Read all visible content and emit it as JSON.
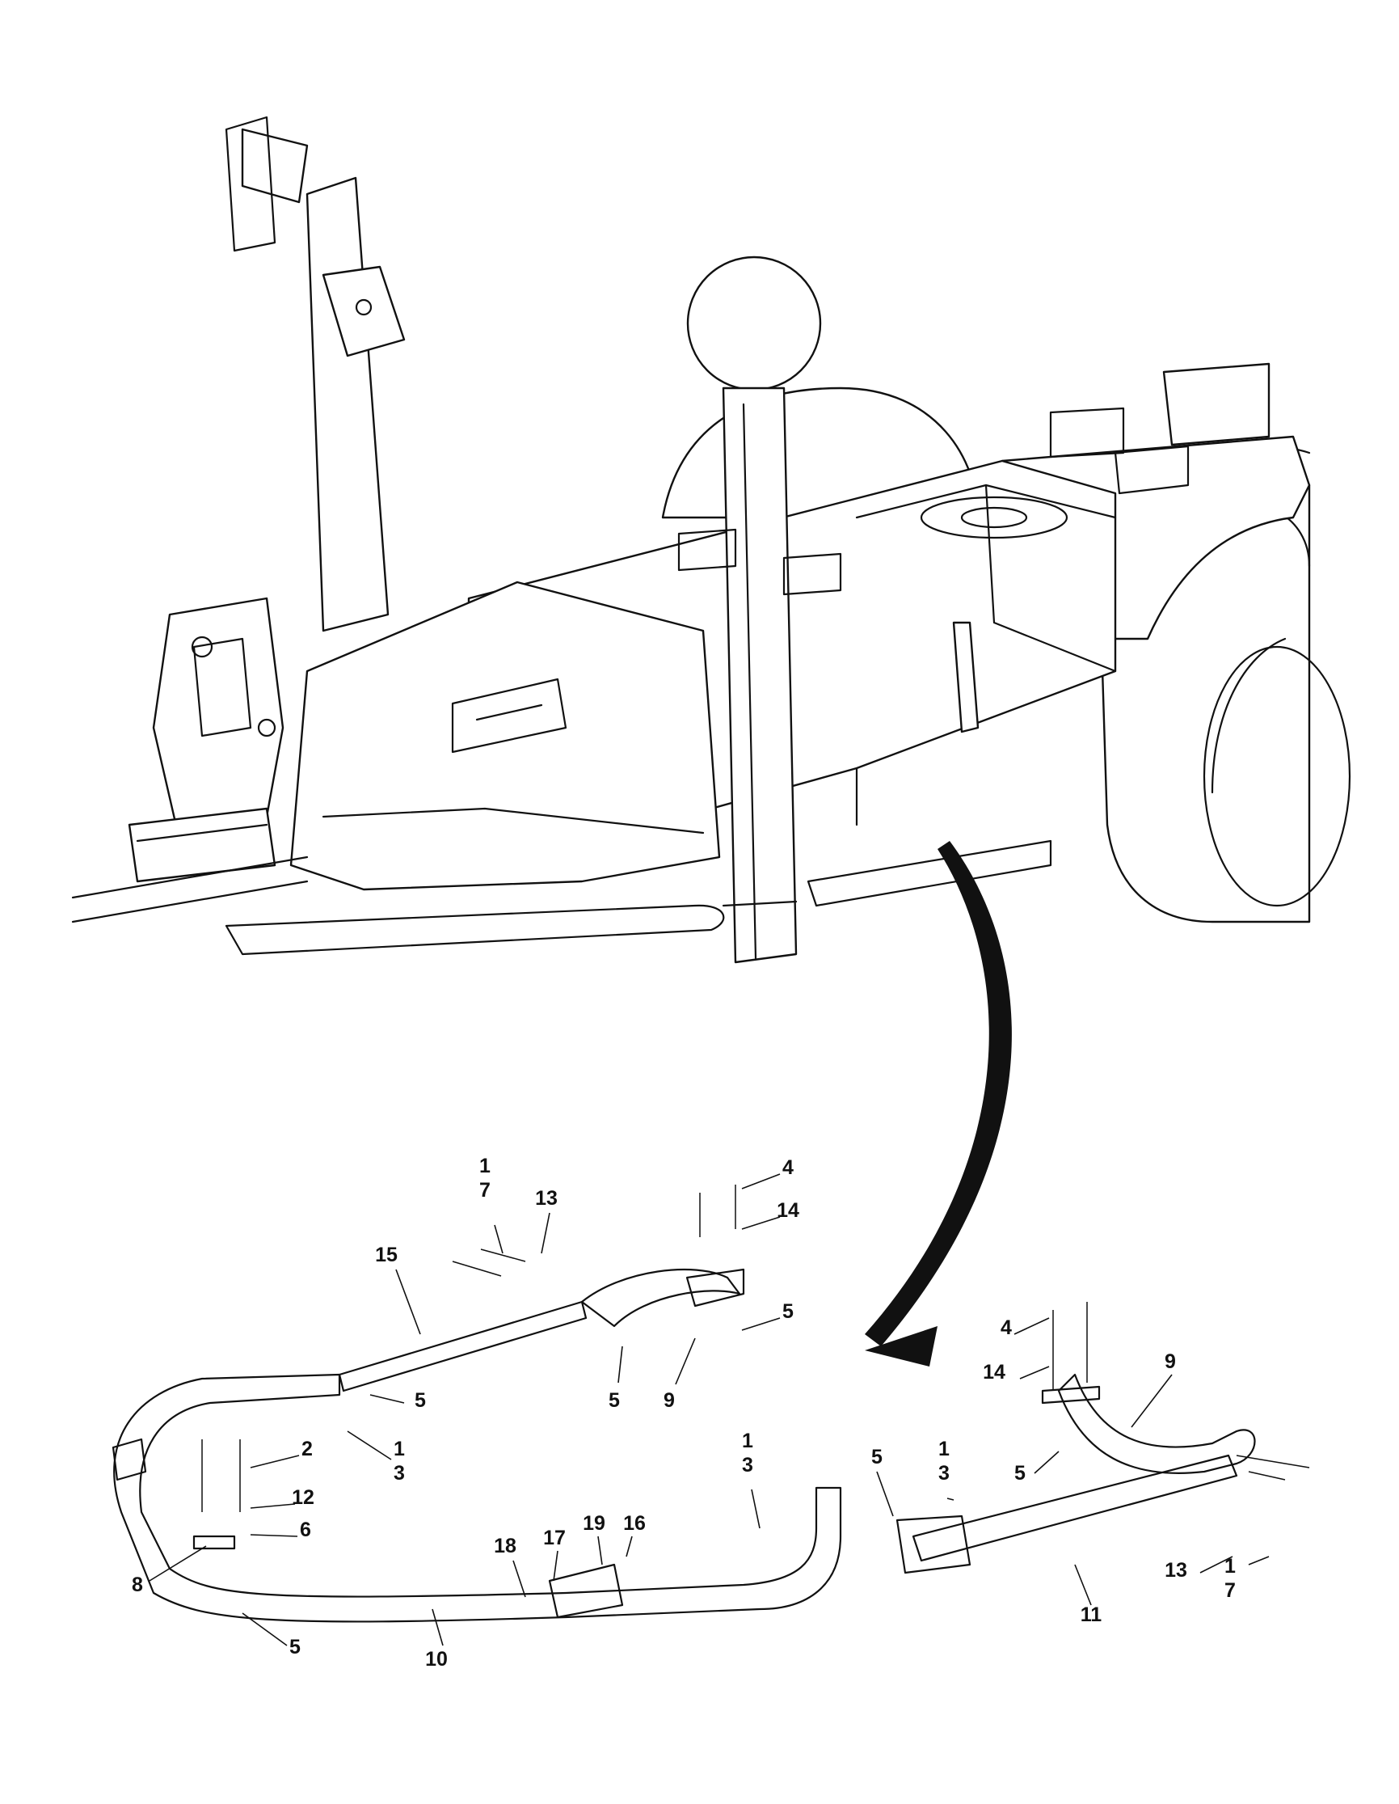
{
  "diagram": {
    "callouts": [
      {
        "id": "c-1-7-top",
        "lines": [
          "1",
          "7"
        ]
      },
      {
        "id": "c-13-top",
        "lines": [
          "13"
        ]
      },
      {
        "id": "c-15",
        "lines": [
          "15"
        ]
      },
      {
        "id": "c-4-top",
        "lines": [
          "4"
        ]
      },
      {
        "id": "c-14-top",
        "lines": [
          "14"
        ]
      },
      {
        "id": "c-5-top-right",
        "lines": [
          "5"
        ]
      },
      {
        "id": "c-5-top-center",
        "lines": [
          "5"
        ]
      },
      {
        "id": "c-9-top",
        "lines": [
          "9"
        ]
      },
      {
        "id": "c-5-bracket",
        "lines": [
          "5"
        ]
      },
      {
        "id": "c-1-3-left",
        "lines": [
          "1",
          "3"
        ]
      },
      {
        "id": "c-2",
        "lines": [
          "2"
        ]
      },
      {
        "id": "c-12",
        "lines": [
          "12"
        ]
      },
      {
        "id": "c-6",
        "lines": [
          "6"
        ]
      },
      {
        "id": "c-8",
        "lines": [
          "8"
        ]
      },
      {
        "id": "c-5-bottom-left",
        "lines": [
          "5"
        ]
      },
      {
        "id": "c-10",
        "lines": [
          "10"
        ]
      },
      {
        "id": "c-18",
        "lines": [
          "18"
        ]
      },
      {
        "id": "c-17",
        "lines": [
          "17"
        ]
      },
      {
        "id": "c-19",
        "lines": [
          "19"
        ]
      },
      {
        "id": "c-16",
        "lines": [
          "16"
        ]
      },
      {
        "id": "c-1-3-center",
        "lines": [
          "1",
          "3"
        ]
      },
      {
        "id": "c-5-center",
        "lines": [
          "5"
        ]
      },
      {
        "id": "c-1-3-right",
        "lines": [
          "1",
          "3"
        ]
      },
      {
        "id": "c-4-right",
        "lines": [
          "4"
        ]
      },
      {
        "id": "c-14-right",
        "lines": [
          "14"
        ]
      },
      {
        "id": "c-9-right",
        "lines": [
          "9"
        ]
      },
      {
        "id": "c-5-right",
        "lines": [
          "5"
        ]
      },
      {
        "id": "c-13-right",
        "lines": [
          "13"
        ]
      },
      {
        "id": "c-1-7-right",
        "lines": [
          "1",
          "7"
        ]
      },
      {
        "id": "c-11",
        "lines": [
          "11"
        ]
      }
    ]
  }
}
